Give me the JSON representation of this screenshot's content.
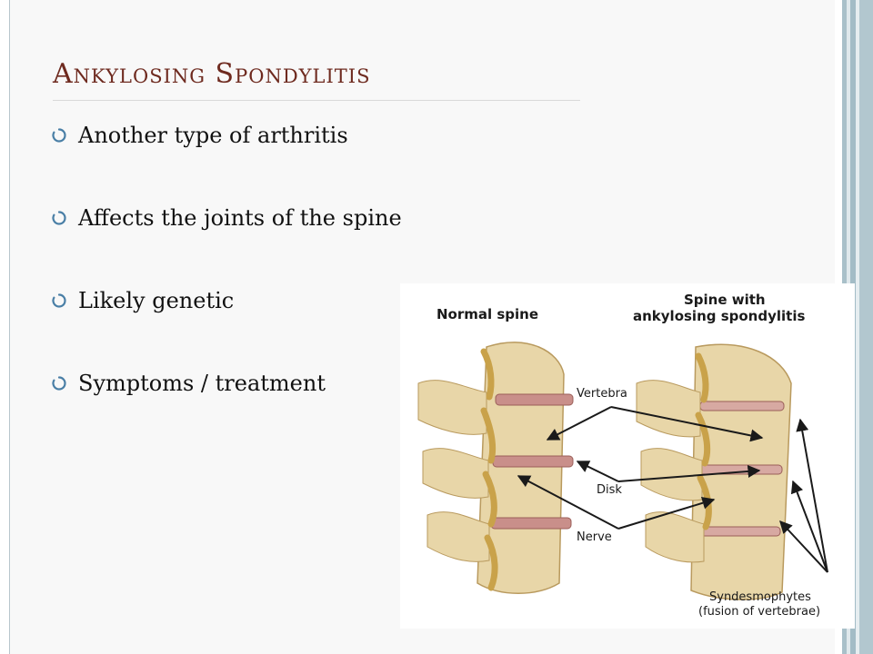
{
  "slide": {
    "title": "Ankylosing Spondylitis",
    "bullets": [
      "Another type of arthritis",
      "Affects the joints of the spine",
      "Likely genetic",
      "Symptoms / treatment"
    ]
  },
  "figure": {
    "label_normal": "Normal spine",
    "label_as_line1": "Spine with",
    "label_as_line2": "ankylosing spondylitis",
    "label_vertebra": "Vertebra",
    "label_disk": "Disk",
    "label_nerve": "Nerve",
    "label_syn_line1": "Syndesmophytes",
    "label_syn_line2": "(fusion of vertebrae)"
  },
  "colors": {
    "title": "#6e2a1f",
    "bullet_icon": "#4a7fa6",
    "bone": "#e8d6a8",
    "disk": "#c98f8a",
    "nerve": "#c9a24a"
  }
}
